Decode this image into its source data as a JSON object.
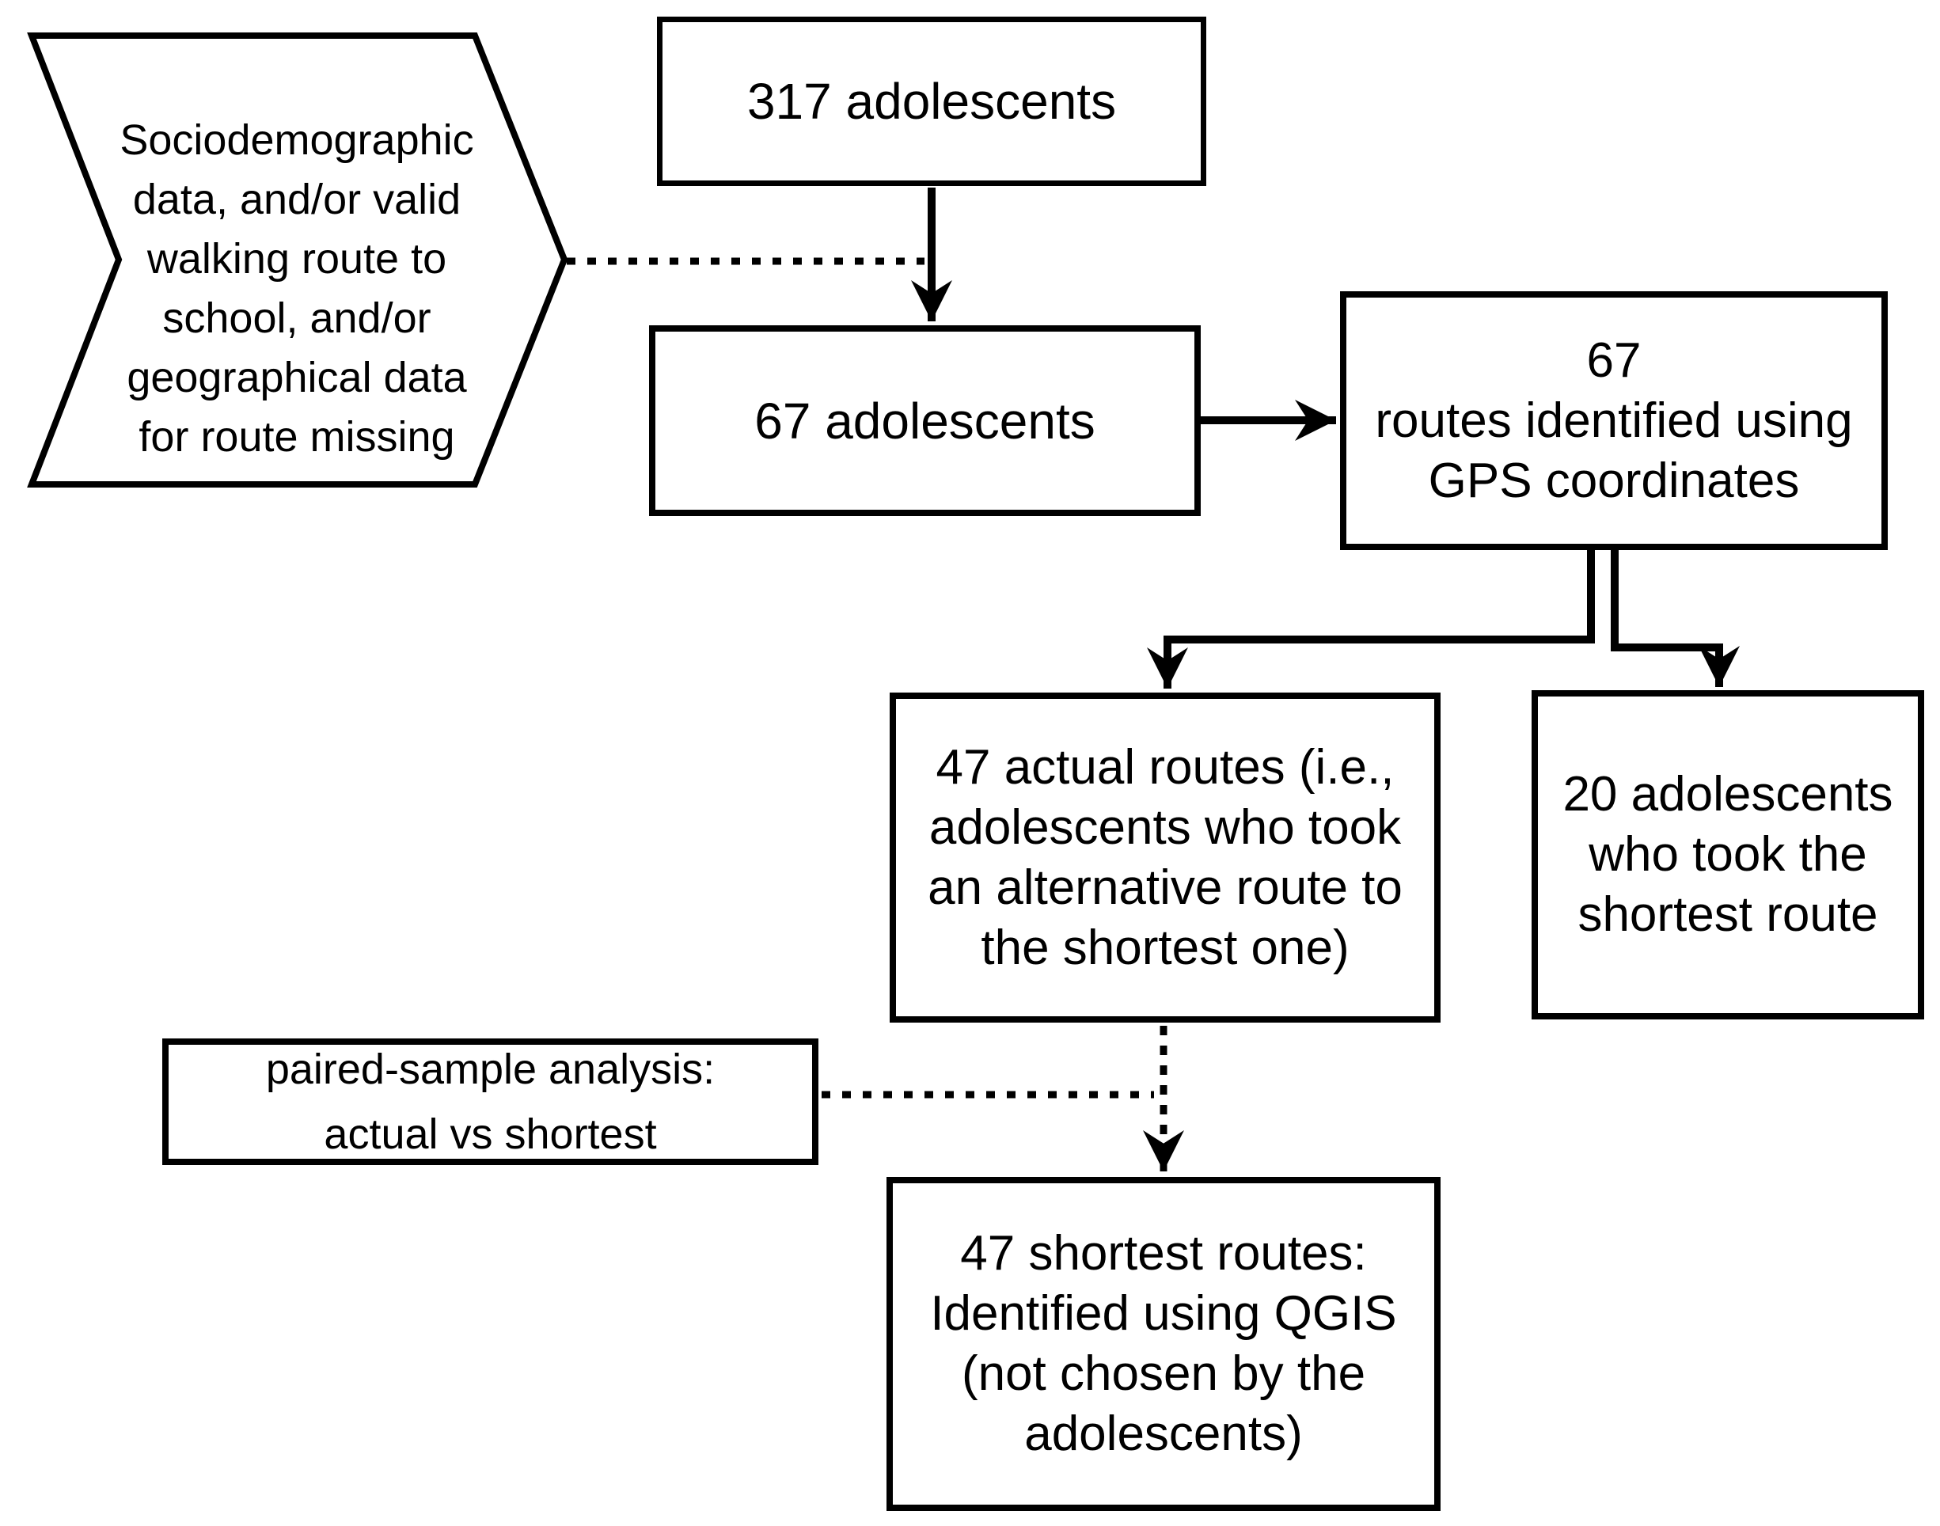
{
  "diagram": {
    "colors": {
      "ink": "#000000",
      "background": "#ffffff"
    },
    "nodes": {
      "exclusion_note": {
        "shape": "chevron",
        "lines": [
          "Sociodemographic",
          "data, and/or valid",
          "walking route to",
          "school, and/or",
          "geographical data",
          "for route missing"
        ]
      },
      "total": {
        "lines": [
          "317 adolescents"
        ]
      },
      "included": {
        "lines": [
          "67 adolescents"
        ]
      },
      "routes": {
        "lines": [
          "67",
          "routes identified using",
          "GPS coordinates"
        ]
      },
      "actual_routes": {
        "lines": [
          "47 actual routes (i.e.,",
          "adolescents who took",
          "an alternative route to",
          "the shortest one)"
        ]
      },
      "shortest_takers": {
        "lines": [
          "20 adolescents",
          "who took the",
          "shortest route"
        ]
      },
      "analysis_note": {
        "lines": [
          "paired-sample analysis:",
          "actual vs shortest"
        ]
      },
      "shortest_routes": {
        "lines": [
          "47 shortest routes:",
          "Identified using QGIS",
          "(not chosen by the",
          "adolescents)"
        ]
      }
    }
  }
}
